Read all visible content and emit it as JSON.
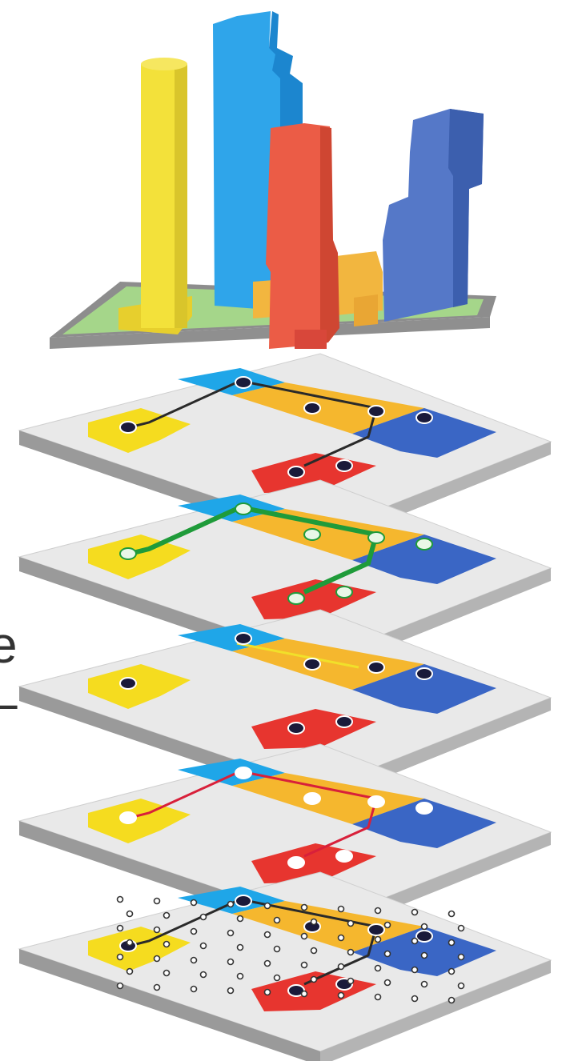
{
  "edge_text": {
    "line1": "e",
    "line2": "–"
  },
  "colors": {
    "background": "#ffffff",
    "plate_top": "#e9e9e9",
    "plate_edge": "#a9a9a9",
    "zone_yellow": "#f5dc1f",
    "zone_cyan": "#1fa6e8",
    "zone_orange": "#f5b72e",
    "zone_blue": "#3a66c5",
    "zone_red": "#e7352f",
    "site_green": "#9cd07c",
    "building_yellow": "#f3e13a",
    "building_cyan": "#2fa5ea",
    "building_red": "#eb5c46",
    "building_blue": "#5578c8",
    "building_orange": "#f2b63f",
    "network_black": "#2a2a2a",
    "network_green": "#1f9b3a",
    "network_yellow": "#f1e02a",
    "network_red": "#d8203a"
  },
  "layers": [
    {
      "id": "devices",
      "network": "black",
      "icon_set": [
        "phone-icon",
        "wifi-icon",
        "pill-icon",
        "fire-alarm-icon"
      ]
    },
    {
      "id": "green-network",
      "network": "green",
      "icon_set": [
        "battery-icon"
      ]
    },
    {
      "id": "access",
      "network": "yellow",
      "icon_set": [
        "key-icon",
        "sensor-icon"
      ]
    },
    {
      "id": "red-network",
      "network": "red",
      "icon_set": [
        "node-icon"
      ]
    },
    {
      "id": "points",
      "network": "black",
      "icon_set": [
        "point-icon",
        "play-icon",
        "camera-icon"
      ]
    }
  ]
}
